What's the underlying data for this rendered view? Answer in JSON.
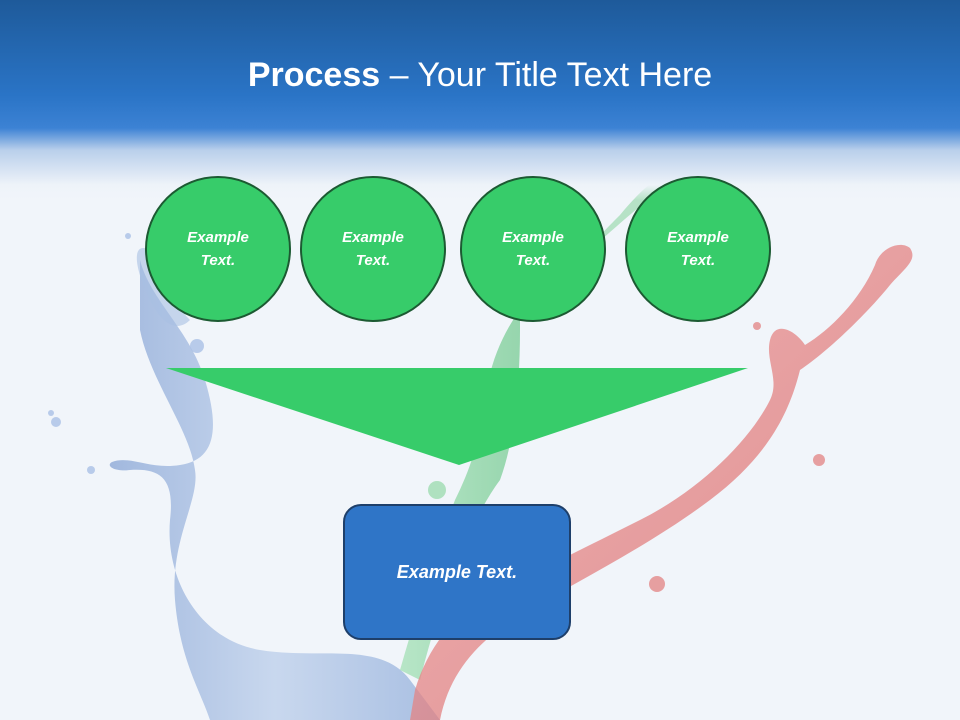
{
  "title": {
    "strong": "Process",
    "separator": " – ",
    "rest": "Your Title Text Here"
  },
  "circles": [
    {
      "label": "Example Text."
    },
    {
      "label": "Example Text."
    },
    {
      "label": "Example Text."
    },
    {
      "label": "Example Text."
    }
  ],
  "result": {
    "label": "Example Text."
  },
  "colors": {
    "header_blue": "#2a74c6",
    "circle_green": "#37cc6a",
    "circle_border": "#1c5a32",
    "funnel_green": "#37cc6a",
    "box_blue": "#2f75c7",
    "box_border": "#1e3f6a",
    "splash_blue": "#9fb8de",
    "splash_green": "#8fd6a4",
    "splash_red": "#e48a8a"
  }
}
